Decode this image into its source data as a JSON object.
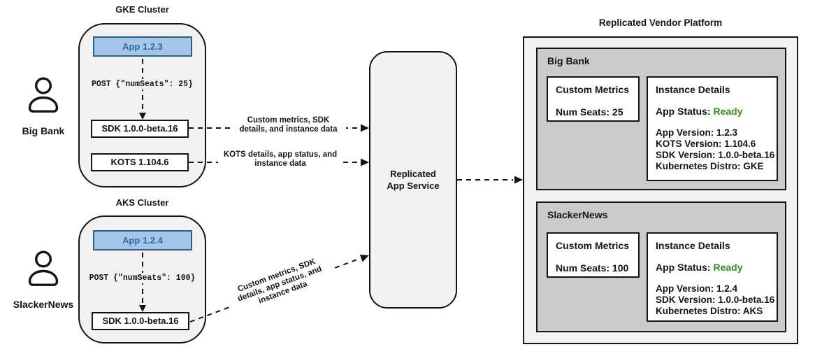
{
  "colors": {
    "cluster_fill": "#F2F2F2",
    "panel_fill": "#CBCBCB",
    "app_fill": "#A6C6E8",
    "app_border": "#25608F",
    "app_text": "#2B66AE",
    "status_green": "#3C8A21",
    "line": "#141414"
  },
  "users": [
    {
      "name": "Big Bank",
      "icon": "person-icon"
    },
    {
      "name": "SlackerNews",
      "icon": "person-icon"
    }
  ],
  "clusters": [
    {
      "title": "GKE Cluster",
      "app": "App 1.2.3",
      "post": "POST {\"numSeats\": 25}",
      "sdk": "SDK 1.0.0-beta.16",
      "kots": "KOTS 1.104.6"
    },
    {
      "title": "AKS Cluster",
      "app": "App 1.2.4",
      "post": "POST {\"numSeats\": 100}",
      "sdk": "SDK 1.0.0-beta.16"
    }
  ],
  "flows": [
    {
      "lines": [
        "Custom metrics, SDK",
        "details, and instance data"
      ]
    },
    {
      "lines": [
        "KOTS details, app status, and",
        "instance data"
      ]
    },
    {
      "lines": [
        "Custom metrics, SDK",
        "details, app status, and",
        "instance data"
      ]
    }
  ],
  "service": {
    "lines": [
      "Replicated",
      "App Service"
    ]
  },
  "platform": {
    "title": "Replicated Vendor Platform",
    "panels": [
      {
        "name": "Big Bank",
        "custom_metrics": {
          "title": "Custom Metrics",
          "value": "Num Seats: 25"
        },
        "instance_details": {
          "title": "Instance Details",
          "status_label": "App Status: ",
          "status_value": "Ready",
          "lines": [
            "App Version: 1.2.3",
            "KOTS Version: 1.104.6",
            "SDK Version: 1.0.0-beta.16",
            "Kubernetes Distro: GKE"
          ]
        }
      },
      {
        "name": "SlackerNews",
        "custom_metrics": {
          "title": "Custom Metrics",
          "value": "Num Seats: 100"
        },
        "instance_details": {
          "title": "Instance Details",
          "status_label": "App Status: ",
          "status_value": "Ready",
          "lines": [
            "App Version: 1.2.4",
            "SDK Version: 1.0.0-beta.16",
            "Kubernetes Distro: AKS"
          ]
        }
      }
    ]
  }
}
